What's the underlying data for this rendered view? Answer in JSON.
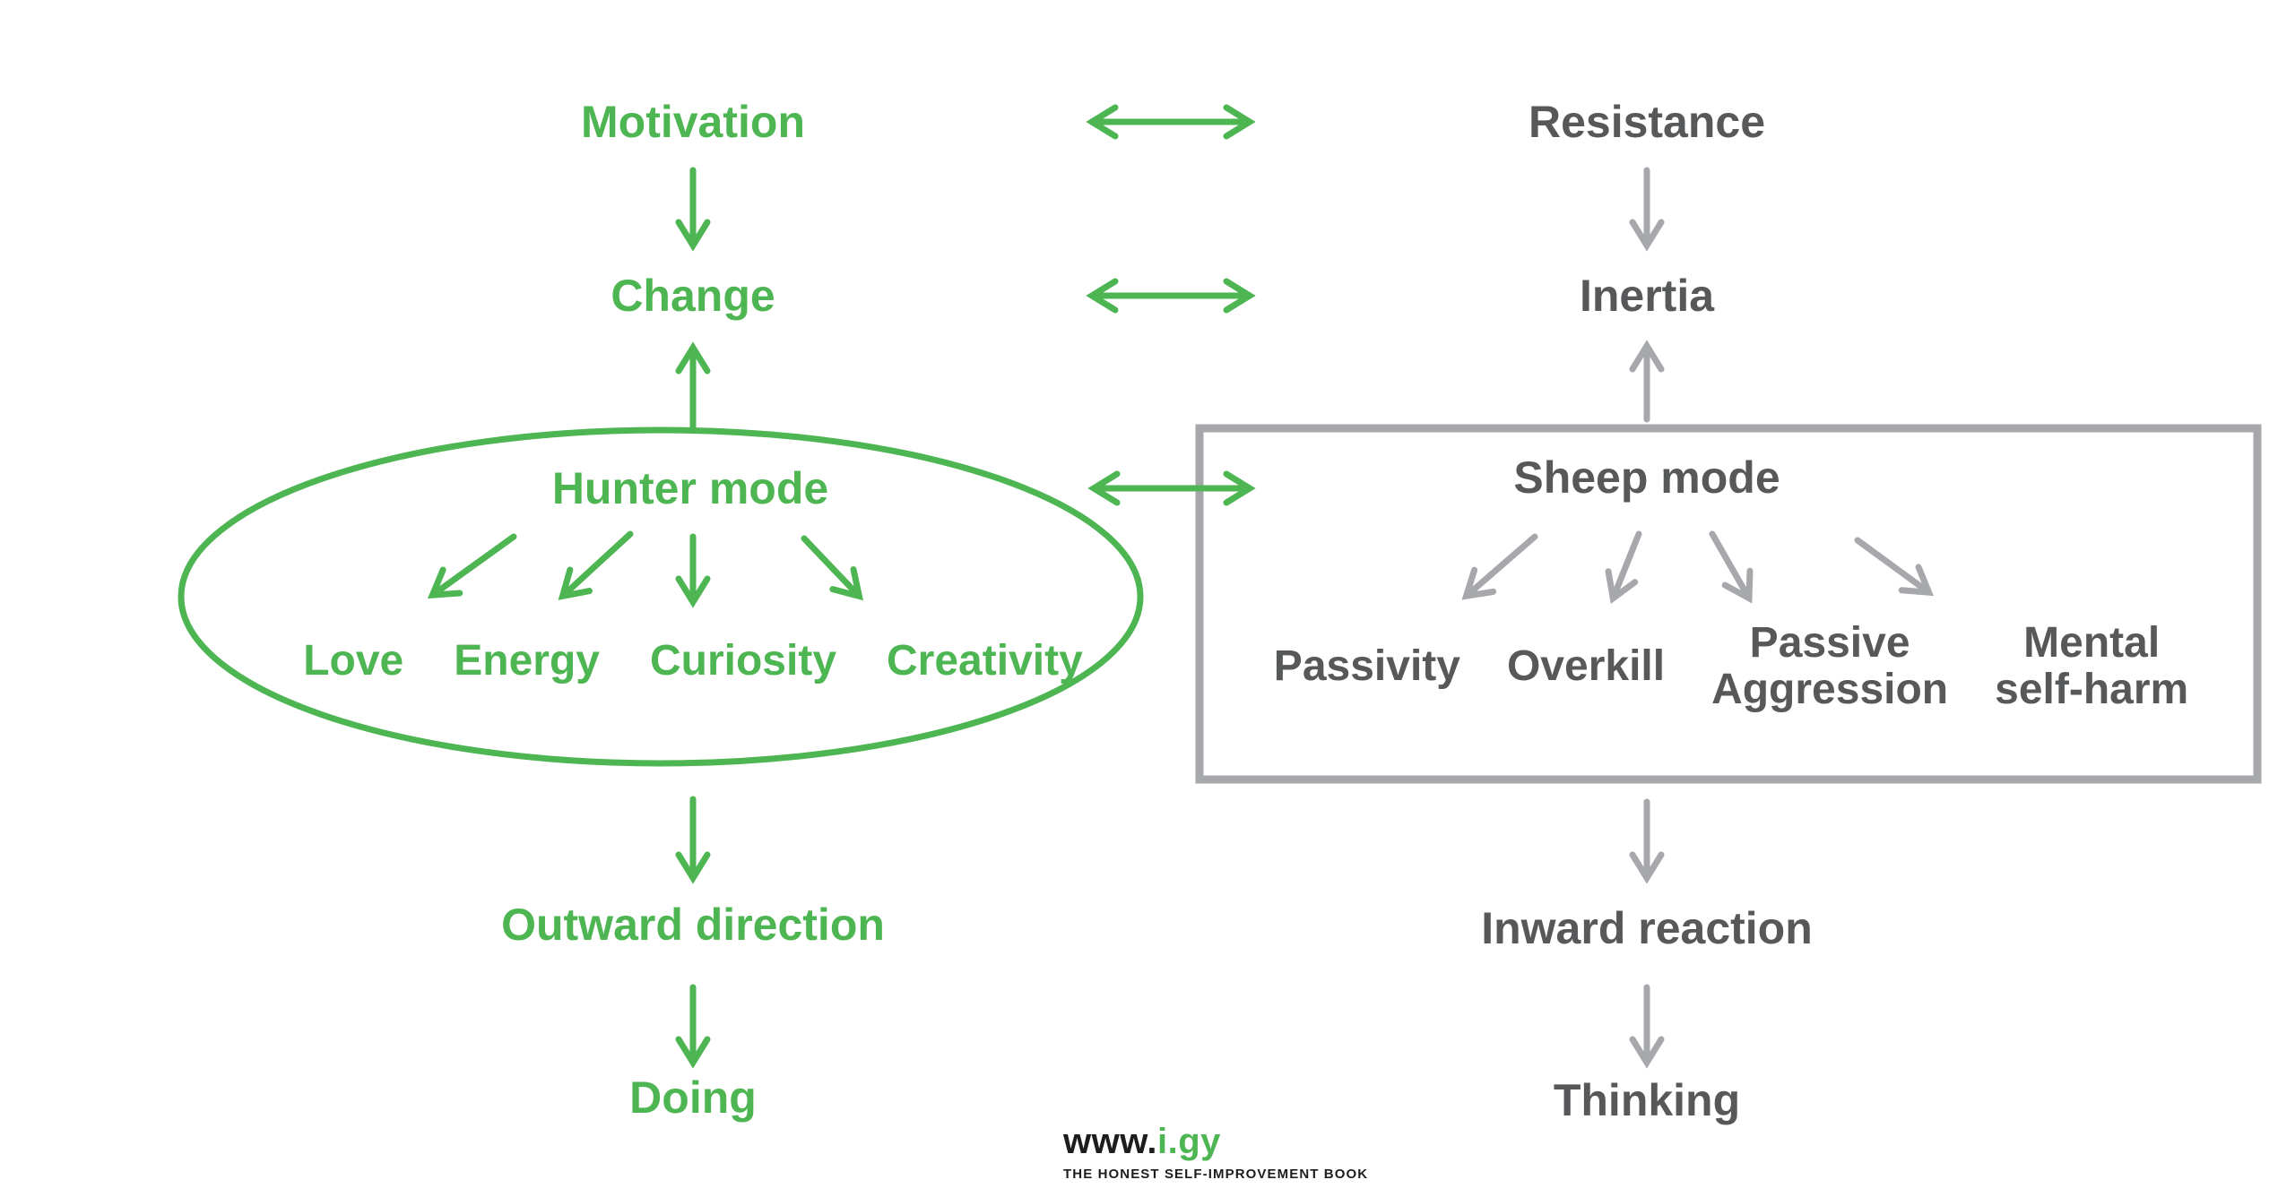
{
  "colors": {
    "green": "#4db551",
    "dark_text": "#57585a",
    "gray": "#a6a8ab",
    "footer_black": "#1d1d1f"
  },
  "hunter": {
    "motivation": "Motivation",
    "change": "Change",
    "title": "Hunter mode",
    "traits": [
      "Love",
      "Energy",
      "Curiosity",
      "Creativity"
    ],
    "direction": "Outward direction",
    "outcome": "Doing"
  },
  "sheep": {
    "resistance": "Resistance",
    "inertia": "Inertia",
    "title": "Sheep mode",
    "traits": [
      {
        "lines": [
          "Passivity"
        ]
      },
      {
        "lines": [
          "Overkill"
        ]
      },
      {
        "lines": [
          "Passive",
          "Aggression"
        ]
      },
      {
        "lines": [
          "Mental",
          "self-harm"
        ]
      }
    ],
    "direction": "Inward reaction",
    "outcome": "Thinking"
  },
  "footer": {
    "url_www": "www.",
    "url_domain": "i.gy",
    "tagline": "THE HONEST SELF-IMPROVEMENT BOOK"
  }
}
